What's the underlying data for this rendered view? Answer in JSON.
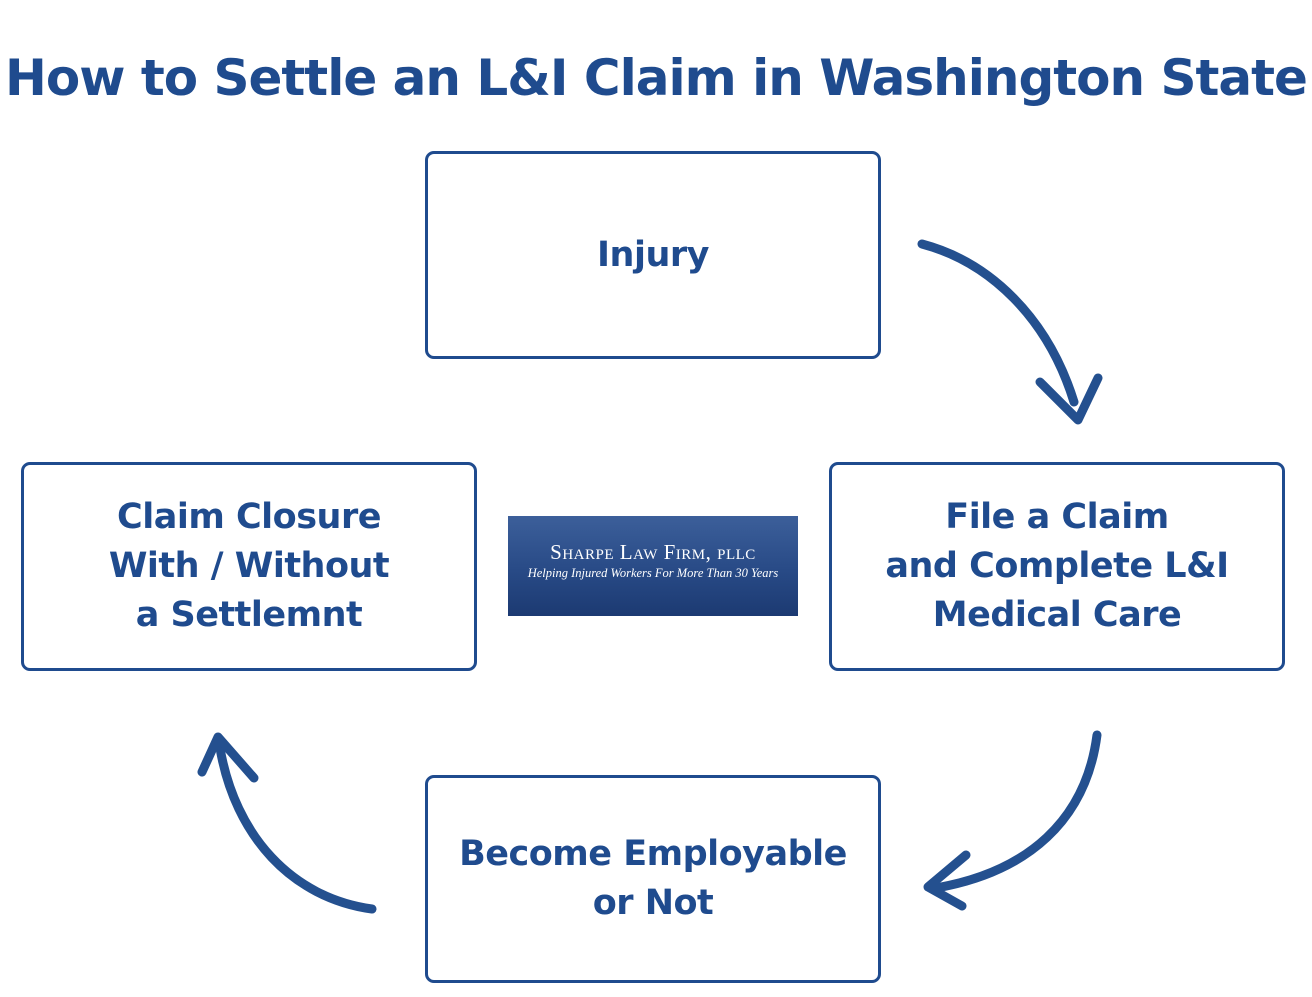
{
  "title": "How to Settle an L&I Claim in Washington State",
  "steps": {
    "injury": {
      "lines": [
        "Injury"
      ]
    },
    "file_claim": {
      "lines": [
        "File a Claim",
        "and Complete L&I",
        "Medical Care"
      ]
    },
    "employable": {
      "lines": [
        "Become Employable",
        "or Not"
      ]
    },
    "closure": {
      "lines": [
        "Claim Closure",
        "With / Without",
        "a Settlemnt"
      ]
    }
  },
  "logo": {
    "name": "Sharpe Law Firm, pllc",
    "tagline": "Helping Injured Workers For More Than 30 Years"
  },
  "colors": {
    "primary": "#1f4b8e",
    "arrow": "#24508f",
    "logo_background": "#284a86"
  }
}
